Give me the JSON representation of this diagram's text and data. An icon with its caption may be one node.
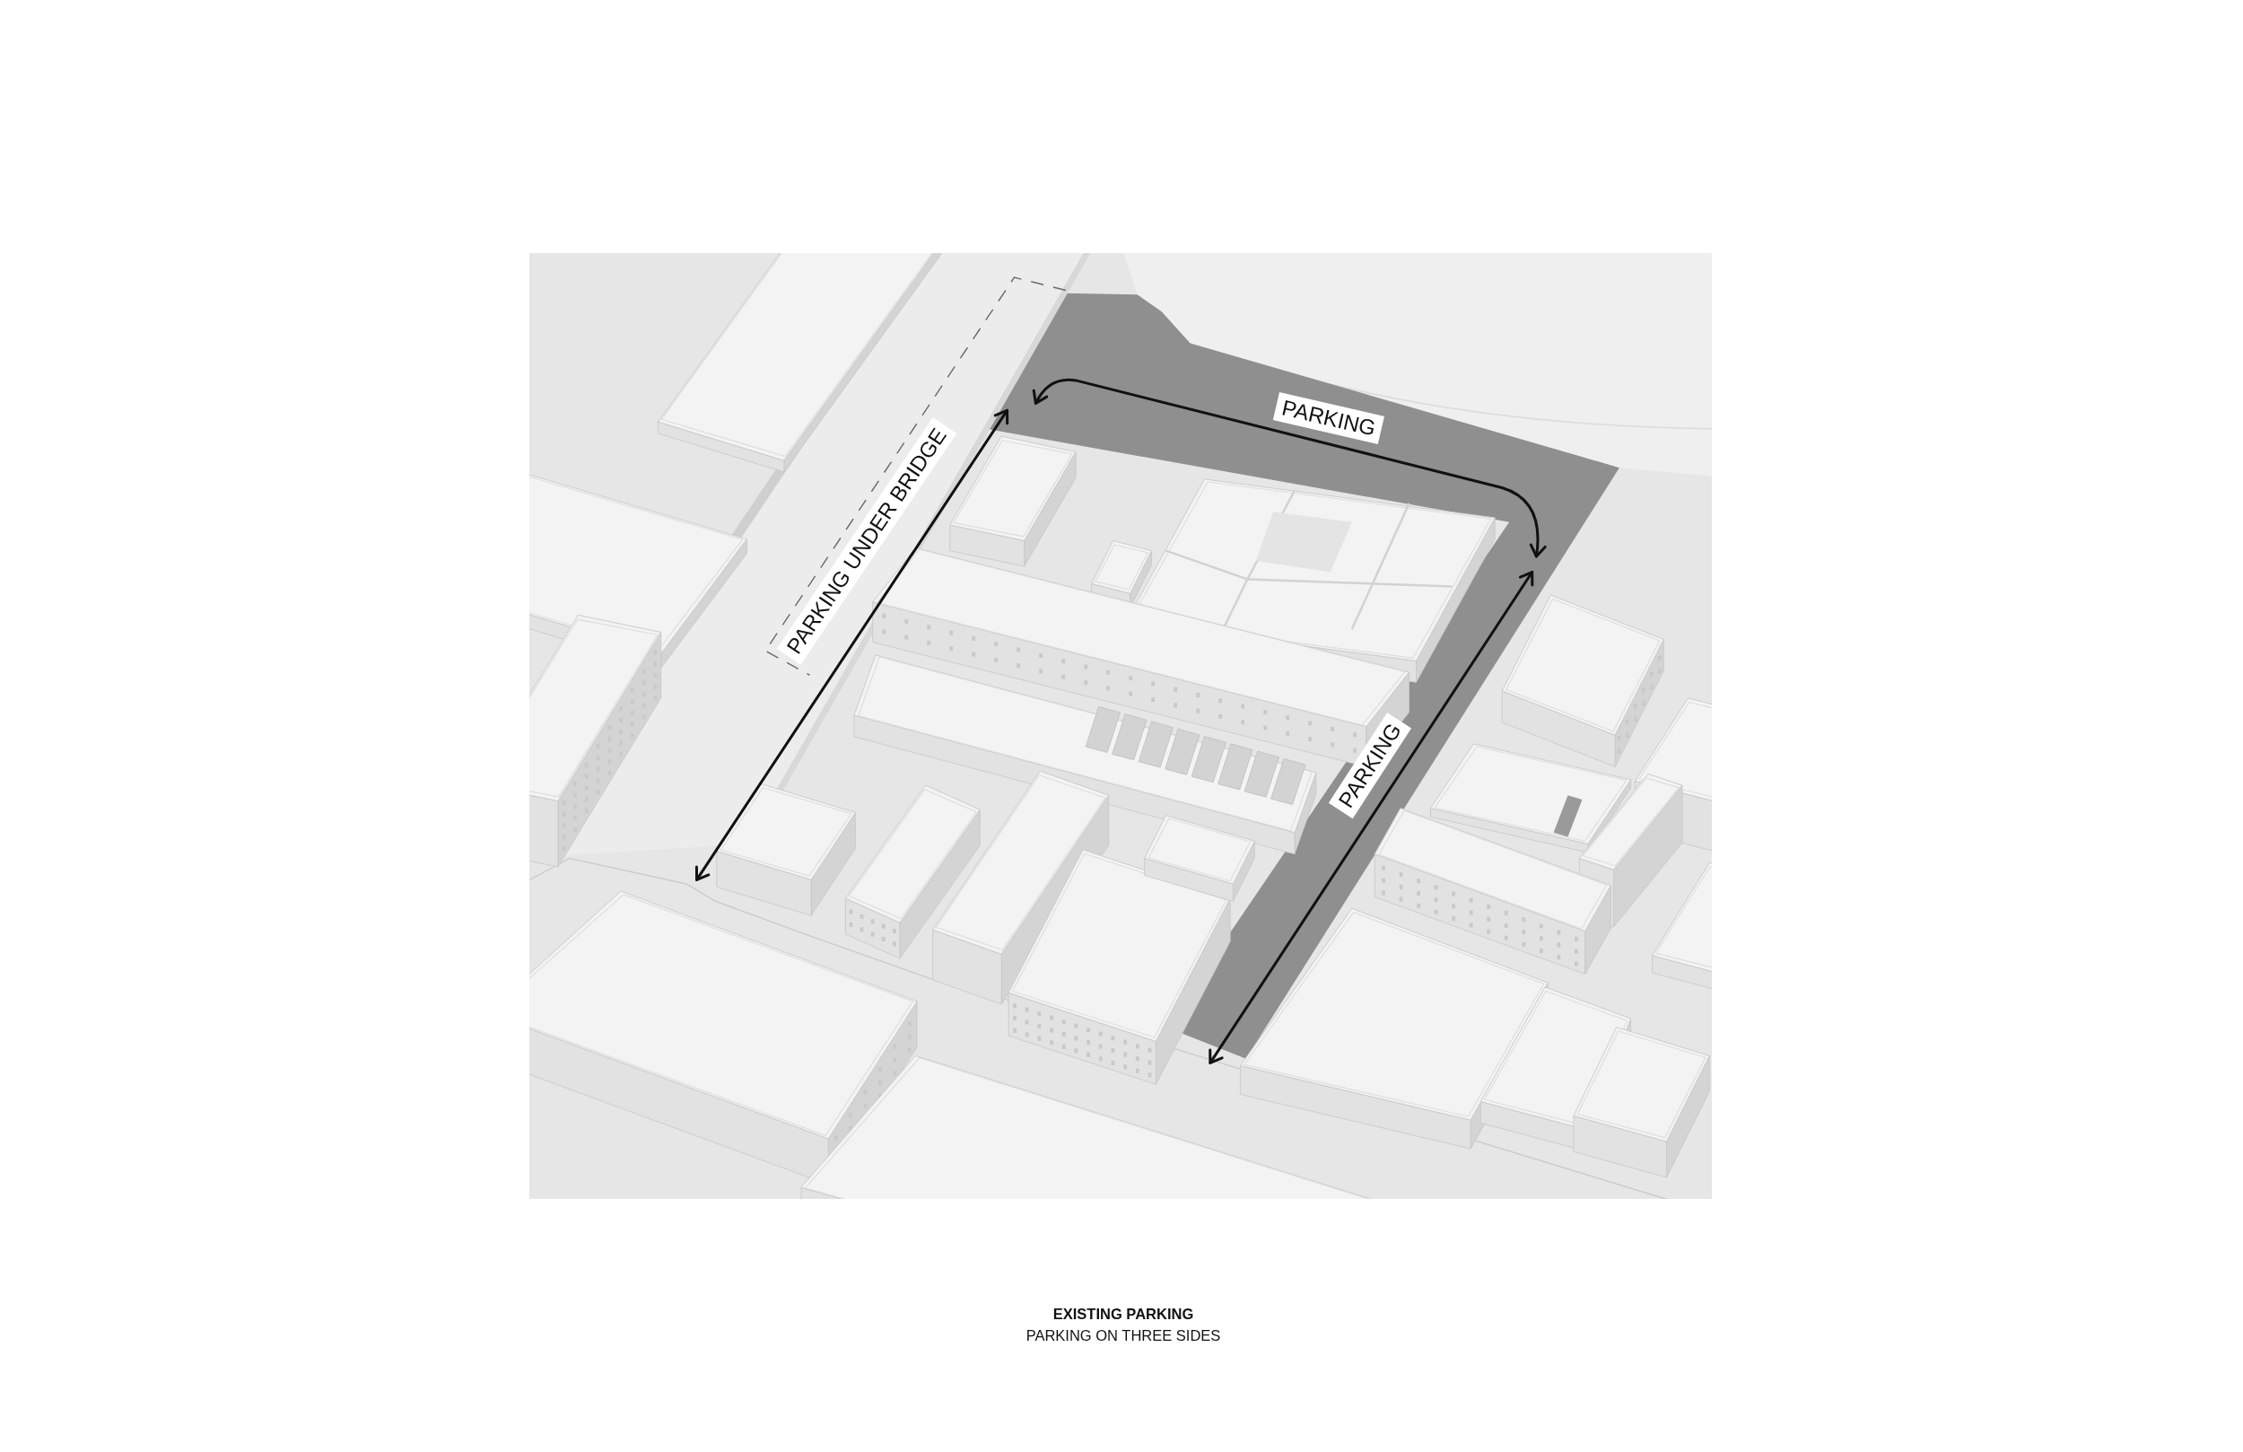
{
  "diagram": {
    "title": "EXISTING PARKING",
    "caption": "PARKING ON THREE SIDES",
    "labels": [
      "PARKING",
      "PARKING UNDER BRIDGE",
      "PARKING"
    ]
  }
}
